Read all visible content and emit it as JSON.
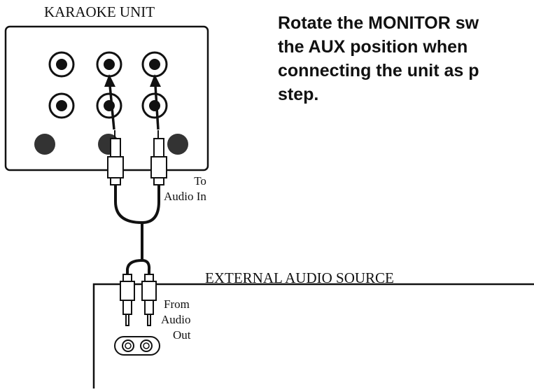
{
  "karaoke_unit": {
    "title": "KARAOKE UNIT"
  },
  "external_source": {
    "title": "EXTERNAL AUDIO SOURCE"
  },
  "labels": {
    "to_line1": "To",
    "to_line2": "Audio In",
    "from_line1": "From",
    "from_line2": "Audio",
    "from_line3": "Out"
  },
  "instruction": {
    "line1": "Rotate the MONITOR sw",
    "line2": "the AUX position when",
    "line3": "connecting the unit as p",
    "line4": "step."
  },
  "colors": {
    "line": "#111111",
    "knob": "#333333",
    "background": "#ffffff"
  }
}
